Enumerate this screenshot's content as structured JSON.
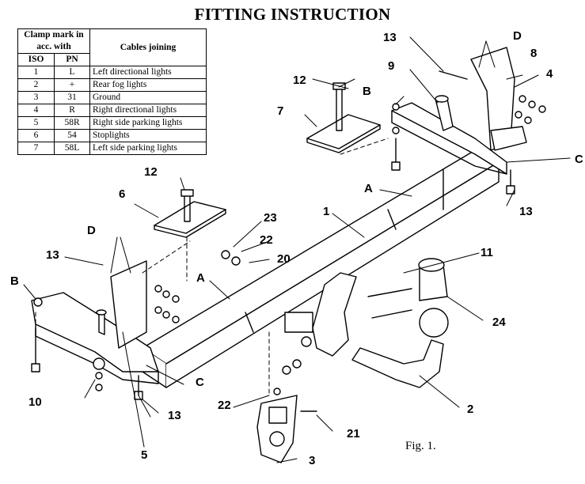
{
  "title": "FITTING INSTRUCTION",
  "table": {
    "header_group": "Clamp mark in acc. with",
    "header_iso": "ISO",
    "header_pn": "PN",
    "header_cables": "Cables joining",
    "rows": [
      {
        "iso": "1",
        "pn": "L",
        "cable": "Left directional lights"
      },
      {
        "iso": "2",
        "pn": "+",
        "cable": "Rear fog lights"
      },
      {
        "iso": "3",
        "pn": "31",
        "cable": "Ground"
      },
      {
        "iso": "4",
        "pn": "R",
        "cable": "Right directional lights"
      },
      {
        "iso": "5",
        "pn": "58R",
        "cable": "Right side parking lights"
      },
      {
        "iso": "6",
        "pn": "54",
        "cable": "Stoplights"
      },
      {
        "iso": "7",
        "pn": "58L",
        "cable": "Left side parking lights"
      }
    ]
  },
  "labels": {
    "p1": "1",
    "p2": "2",
    "p3": "3",
    "p4": "4",
    "p5": "5",
    "p6": "6",
    "p7": "7",
    "p8": "8",
    "p9": "9",
    "p10": "10",
    "p11": "11",
    "p12a": "12",
    "p12b": "12",
    "p13a": "13",
    "p13b": "13",
    "p13c": "13",
    "p13d": "13",
    "p20": "20",
    "p21": "21",
    "p22a": "22",
    "p22b": "22",
    "p23": "23",
    "p24": "24",
    "A1": "A",
    "A2": "A",
    "B1": "B",
    "B2": "B",
    "C1": "C",
    "C2": "C",
    "D1": "D",
    "D2": "D"
  },
  "figure_caption": "Fig. 1."
}
